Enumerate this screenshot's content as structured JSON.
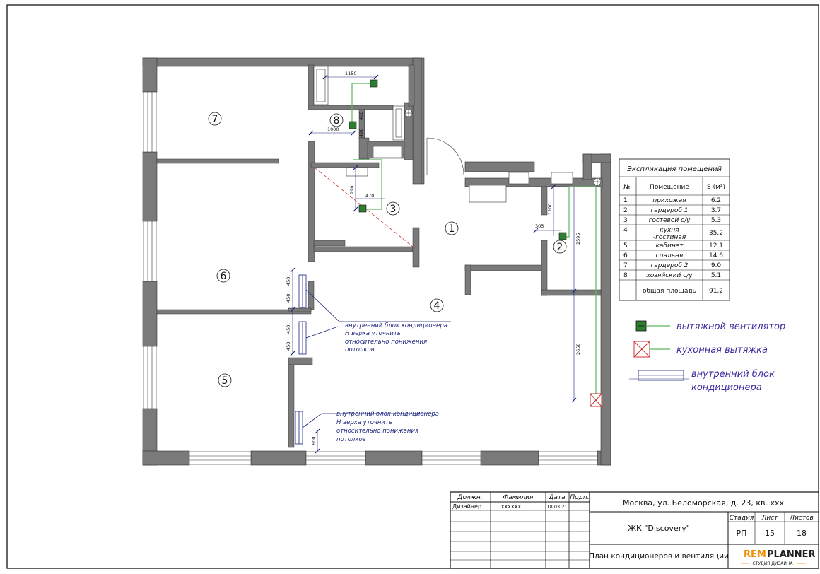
{
  "rooms": {
    "r1": "1",
    "r2": "2",
    "r3": "3",
    "r4": "4",
    "r5": "5",
    "r6": "6",
    "r7": "7",
    "r8": "8"
  },
  "dimensions": {
    "d1150": "1150",
    "d498a": "498",
    "d498b": "498",
    "d1000": "1000",
    "d990": "990",
    "d470": "470",
    "d1200": "1200",
    "d305": "305",
    "d2595": "2595",
    "d2650": "2650",
    "d450a": "450",
    "d450b": "450",
    "d450c": "450",
    "d450d": "450",
    "d600": "600"
  },
  "ac_note_1": {
    "line1": "внутренний блок кондиционера",
    "line2": "Н верха уточнить",
    "line3": "относительно понижения",
    "line4": "потолков"
  },
  "ac_note_2": {
    "line1": "внутренний блок кондиционера",
    "line2": "Н верха уточнить",
    "line3": "относительно понижения",
    "line4": "потолков"
  },
  "explication": {
    "title": "Экспликация помещений",
    "headers": [
      "№",
      "Помещение",
      "S (м²)"
    ],
    "rows": [
      {
        "n": "1",
        "name": "прихожая",
        "s": "6.2"
      },
      {
        "n": "2",
        "name": "гардероб 1",
        "s": "3.7"
      },
      {
        "n": "3",
        "name": "гостевой с/у",
        "s": "5.3"
      },
      {
        "n": "4",
        "name": "кухня",
        "name2": "-гостиная",
        "s": "35.2"
      },
      {
        "n": "5",
        "name": "кабинет",
        "s": "12.1"
      },
      {
        "n": "6",
        "name": "спальня",
        "s": "14.6"
      },
      {
        "n": "7",
        "name": "гардероб 2",
        "s": "9.0"
      },
      {
        "n": "8",
        "name": "хозяйский с/у",
        "s": "5.1"
      }
    ],
    "total_label": "общая площадь",
    "total_value": "91,2"
  },
  "legend": {
    "fan": "вытяжной вентилятор",
    "hood": "кухонная вытяжка",
    "ac_line1": "внутренний блок",
    "ac_line2": "кондиционера"
  },
  "title_block": {
    "col_position": "Должн.",
    "col_surname": "Фамилия",
    "col_date": "Дата",
    "col_sign": "Подп.",
    "position": "Дизайнер",
    "surname": "хххххх",
    "date": "18.03.21",
    "address": "Москва, ул. Беломорская, д. 23, кв. ххх",
    "complex": "ЖК \"Discovery\"",
    "stage_label": "Стадия",
    "sheet_label": "Лист",
    "sheets_label": "Листов",
    "stage": "РП",
    "sheet": "15",
    "sheets": "18",
    "drawing_title": "План кондиционеров и вентиляции",
    "logo_rem": "REM",
    "logo_planner": "PLANNER",
    "logo_sub": "СТУДИЯ ДИЗАЙНА"
  },
  "colors": {
    "wall": "#7a7a7a",
    "fan": "#2e7d32",
    "dim": "#1a237e",
    "hood": "#d32f2f",
    "note": "#1a237e",
    "legend_text": "#3f2a9e",
    "logo_accent": "#f28c00"
  }
}
